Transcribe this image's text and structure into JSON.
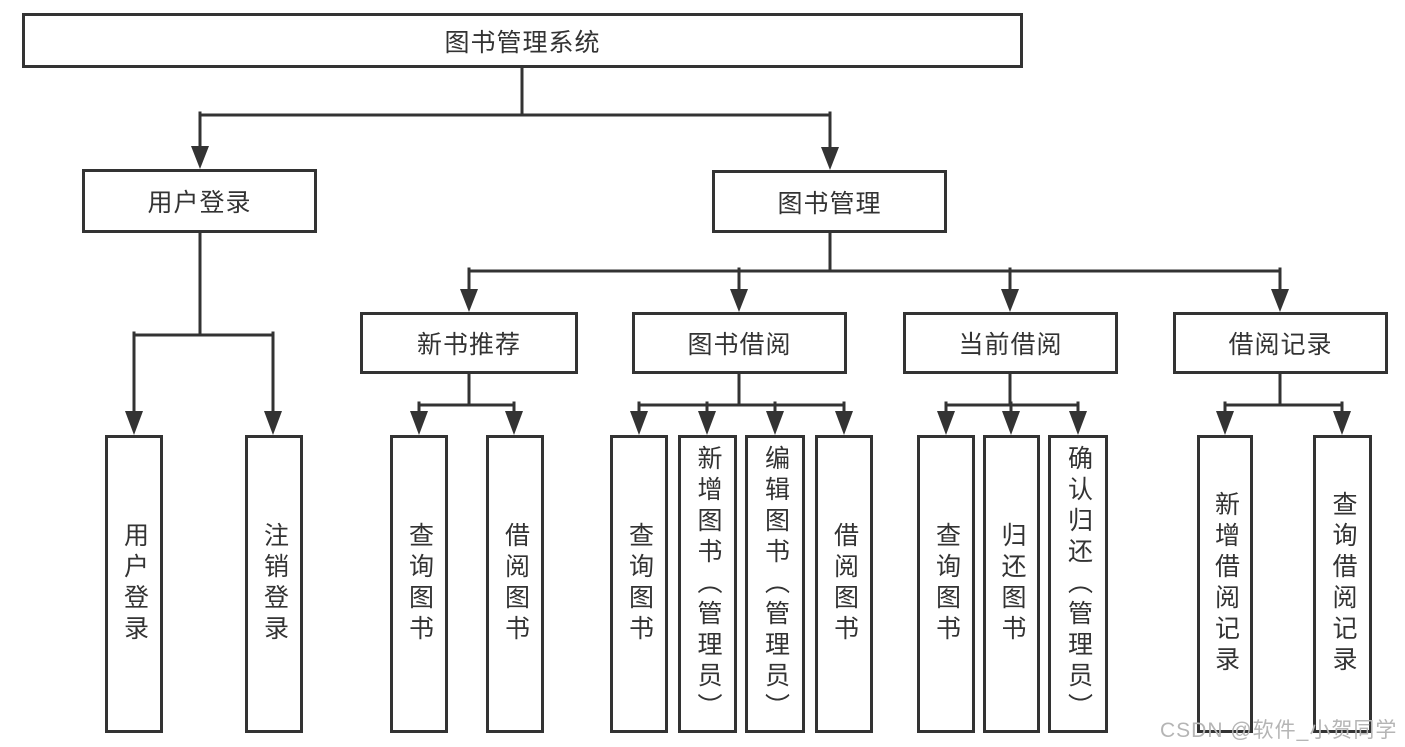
{
  "title": "图书管理系统",
  "watermark": "CSDN @软件_小贺同学",
  "colors": {
    "line": "#333333",
    "text": "#333333",
    "watermark": "#b5b5b5",
    "background": "#ffffff"
  },
  "tree": {
    "root": {
      "label": "图书管理系统",
      "children": [
        {
          "label": "用户登录",
          "children": [
            {
              "label": "用户登录"
            },
            {
              "label": "注销登录"
            }
          ]
        },
        {
          "label": "图书管理",
          "children": [
            {
              "label": "新书推荐",
              "children": [
                {
                  "label": "查询图书"
                },
                {
                  "label": "借阅图书"
                }
              ]
            },
            {
              "label": "图书借阅",
              "children": [
                {
                  "label": "查询图书"
                },
                {
                  "label": "新增图书（管理员）"
                },
                {
                  "label": "编辑图书（管理员）"
                },
                {
                  "label": "借阅图书"
                }
              ]
            },
            {
              "label": "当前借阅",
              "children": [
                {
                  "label": "查询图书"
                },
                {
                  "label": "归还图书"
                },
                {
                  "label": "确认归还（管理员）"
                }
              ]
            },
            {
              "label": "借阅记录",
              "children": [
                {
                  "label": "新增借阅记录"
                },
                {
                  "label": "查询借阅记录"
                }
              ]
            }
          ]
        }
      ]
    }
  }
}
